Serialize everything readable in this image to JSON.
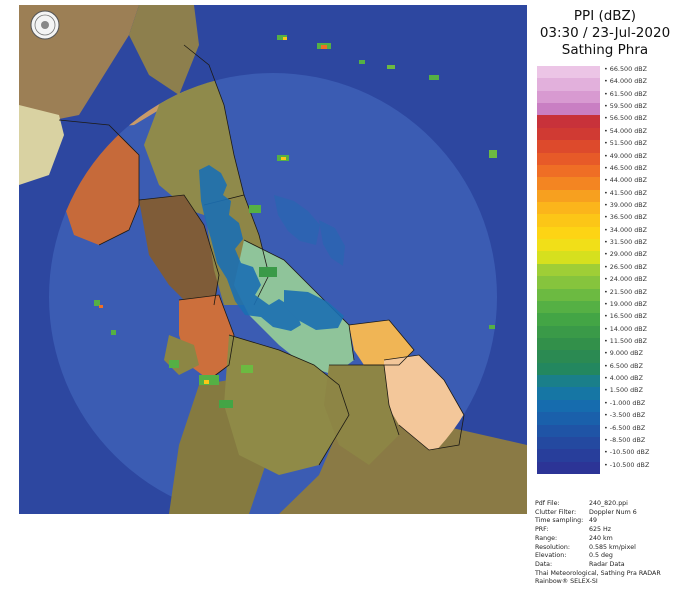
{
  "header": {
    "title_line1": "PPI (dBZ)",
    "title_line2": "03:30 / 23-Jul-2020",
    "title_line3": "Sathing Phra"
  },
  "legend": {
    "items": [
      {
        "label": "66.500 dBZ",
        "color": "#ecc5e6"
      },
      {
        "label": "64.000 dBZ",
        "color": "#e2b0dc"
      },
      {
        "label": "61.500 dBZ",
        "color": "#d89ad1"
      },
      {
        "label": "59.500 dBZ",
        "color": "#c97fc3"
      },
      {
        "label": "56.500 dBZ",
        "color": "#c8323a"
      },
      {
        "label": "54.000 dBZ",
        "color": "#d03a33"
      },
      {
        "label": "51.500 dBZ",
        "color": "#dd4a2c"
      },
      {
        "label": "49.000 dBZ",
        "color": "#e75a28"
      },
      {
        "label": "46.500 dBZ",
        "color": "#ef6e25"
      },
      {
        "label": "44.000 dBZ",
        "color": "#f38522"
      },
      {
        "label": "41.500 dBZ",
        "color": "#f7a01f"
      },
      {
        "label": "39.000 dBZ",
        "color": "#fbb51b"
      },
      {
        "label": "36.500 dBZ",
        "color": "#fcc617"
      },
      {
        "label": "34.000 dBZ",
        "color": "#fdd414"
      },
      {
        "label": "31.500 dBZ",
        "color": "#f1df18"
      },
      {
        "label": "29.000 dBZ",
        "color": "#d6e01e"
      },
      {
        "label": "26.500 dBZ",
        "color": "#9fce36"
      },
      {
        "label": "24.000 dBZ",
        "color": "#86c43d"
      },
      {
        "label": "21.500 dBZ",
        "color": "#6cba41"
      },
      {
        "label": "19.000 dBZ",
        "color": "#55b044"
      },
      {
        "label": "16.500 dBZ",
        "color": "#43a545"
      },
      {
        "label": "14.000 dBZ",
        "color": "#3a9a48"
      },
      {
        "label": "11.500 dBZ",
        "color": "#32904a"
      },
      {
        "label": "9.000 dBZ",
        "color": "#2b8a52"
      },
      {
        "label": "6.500 dBZ",
        "color": "#23875f"
      },
      {
        "label": "4.000 dBZ",
        "color": "#1a7f8a"
      },
      {
        "label": "1.500 dBZ",
        "color": "#1676a4"
      },
      {
        "label": "-1.000 dBZ",
        "color": "#166cae"
      },
      {
        "label": "-3.500 dBZ",
        "color": "#1a60ab"
      },
      {
        "label": "-6.500 dBZ",
        "color": "#1f54a6"
      },
      {
        "label": "-8.500 dBZ",
        "color": "#2449a0"
      },
      {
        "label": "-10.500 dBZ",
        "color": "#283e9b"
      },
      {
        "label": "-10.500 dBZ",
        "color": "#2c3496"
      }
    ]
  },
  "meta": {
    "rows": [
      {
        "key": "Pdf File:",
        "value": "240_820.ppi"
      },
      {
        "key": "Clutter Filter:",
        "value": "Doppler Num 6"
      },
      {
        "key": "Time sampling:",
        "value": "49"
      },
      {
        "key": "PRF:",
        "value": "625 Hz"
      },
      {
        "key": "Range:",
        "value": "240 km"
      },
      {
        "key": "Resolution:",
        "value": "0.585 km/pixel"
      },
      {
        "key": "Elevation:",
        "value": "0.5 deg"
      },
      {
        "key": "Data:",
        "value": "Radar Data"
      }
    ],
    "footer1": "Thai Meteorological, Sathing Pra RADAR",
    "footer2": "Rainbow® SELEX-SI"
  },
  "map": {
    "sea_color": "#2c4a9e",
    "range_ring_color": "#3a5fb0",
    "logo_icon": "thai-meteorological-seal-icon"
  }
}
